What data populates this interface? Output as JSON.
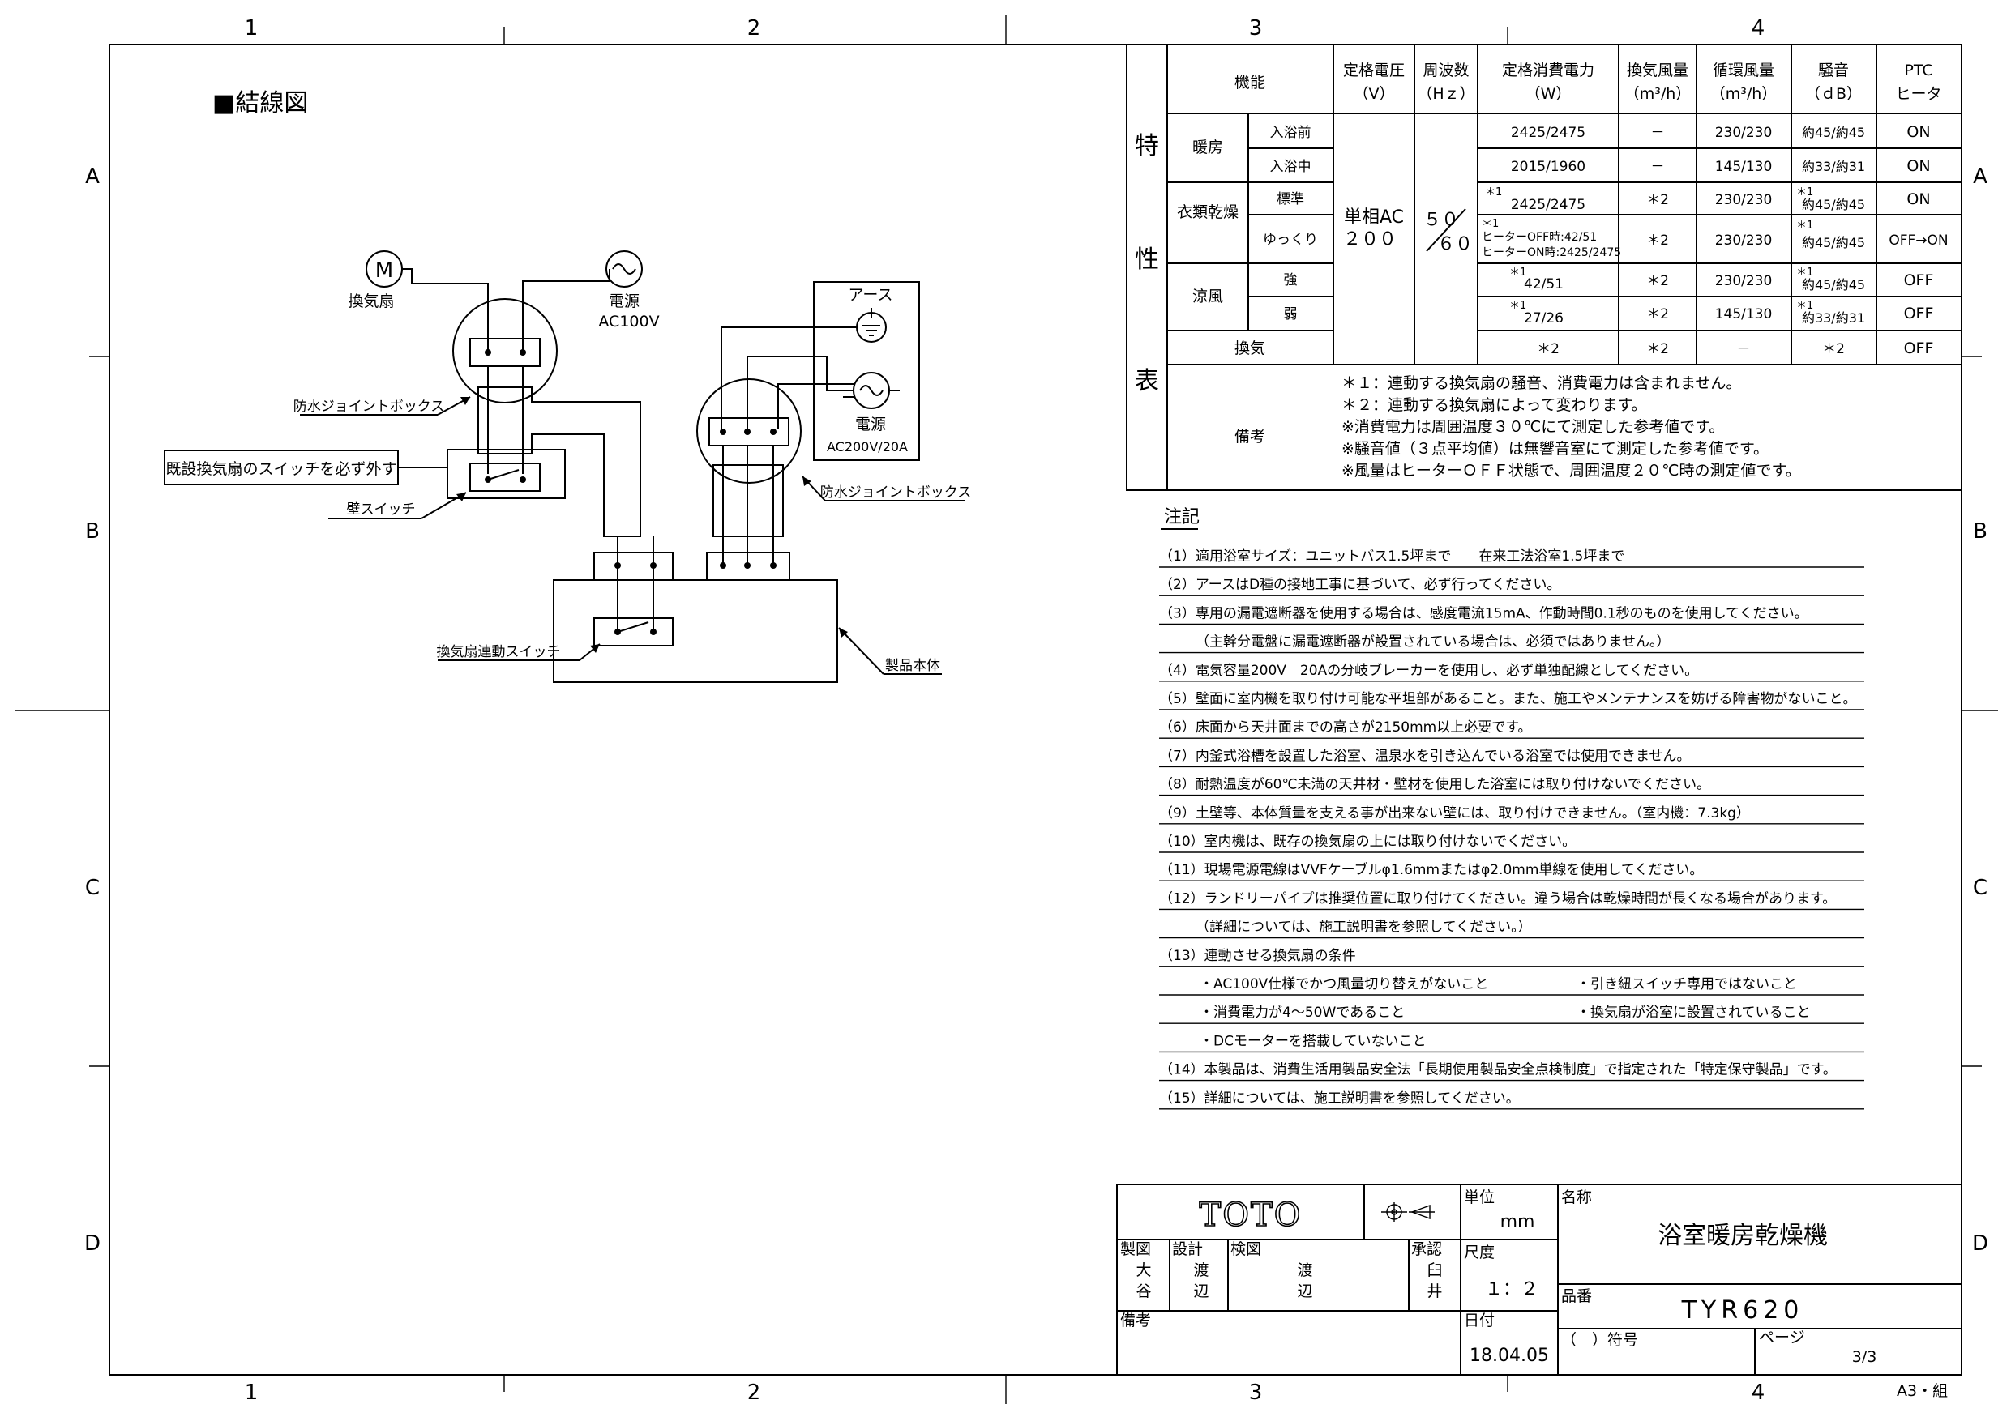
{
  "grid": {
    "cols": [
      "1",
      "2",
      "3",
      "4"
    ],
    "rows": [
      "A",
      "B",
      "C",
      "D"
    ]
  },
  "diagram": {
    "section_title": "■結線図",
    "motor_symbol": "M",
    "fan_label": "換気扇",
    "power1_label": "電源",
    "power1_spec": "AC100V",
    "jbox1_label": "防水ジョイントボックス",
    "remove_note": "既設換気扇のスイッチを必ず外す",
    "wall_switch_label": "壁スイッチ",
    "earth_label": "アース",
    "power2_label": "電源",
    "power2_spec": "AC200V/20A",
    "jbox2_label": "防水ジョイントボックス",
    "link_switch_label": "換気扇連動スイッチ",
    "body_label": "製品本体"
  },
  "spec": {
    "side": [
      "特",
      "性",
      "表"
    ],
    "headers": {
      "func": "機能",
      "volt": [
        "定格電圧",
        "（V）"
      ],
      "freq": [
        "周波数",
        "（Hｚ）"
      ],
      "power": [
        "定格消費電力",
        "（W）"
      ],
      "vent": [
        "換気風量",
        "（m³/h）"
      ],
      "circ": [
        "循環風量",
        "（m³/h）"
      ],
      "noise": [
        "騒音",
        "（ｄB）"
      ],
      "ptc": [
        "PTC",
        "ヒータ"
      ]
    },
    "merged": {
      "voltage": [
        "単相AC",
        "２００"
      ],
      "freq_top": "５０",
      "freq_bottom": "６０"
    },
    "groups": [
      "暖房",
      "衣類乾燥",
      "涼風"
    ],
    "rows": [
      {
        "mode": "入浴前",
        "star": "",
        "power": "2425/2475",
        "power2": "",
        "vent": "－",
        "circ": "230/230",
        "nstar": "",
        "noise": "約45/約45",
        "ptc": "ON"
      },
      {
        "mode": "入浴中",
        "star": "",
        "power": "2015/1960",
        "power2": "",
        "vent": "－",
        "circ": "145/130",
        "nstar": "",
        "noise": "約33/約31",
        "ptc": "ON"
      },
      {
        "mode": "標準",
        "star": "＊1",
        "power": "2425/2475",
        "power2": "",
        "vent": "＊2",
        "circ": "230/230",
        "nstar": "＊1",
        "noise": "約45/約45",
        "ptc": "ON"
      },
      {
        "mode": "ゆっくり",
        "star": "＊1",
        "power": "ヒーターOFF時:42/51",
        "power2": "ヒーターON時:2425/2475",
        "vent": "＊2",
        "circ": "230/230",
        "nstar": "＊1",
        "noise": "約45/約45",
        "ptc": "OFF→ON"
      },
      {
        "mode": "強",
        "star": "＊1",
        "power": "42/51",
        "power2": "",
        "vent": "＊2",
        "circ": "230/230",
        "nstar": "＊1",
        "noise": "約45/約45",
        "ptc": "OFF"
      },
      {
        "mode": "弱",
        "star": "＊1",
        "power": "27/26",
        "power2": "",
        "vent": "＊2",
        "circ": "145/130",
        "nstar": "＊1",
        "noise": "約33/約31",
        "ptc": "OFF"
      }
    ],
    "vent_row": {
      "mode": "換気",
      "power": "＊2",
      "vent": "＊2",
      "circ": "－",
      "noise": "＊2",
      "ptc": "OFF"
    },
    "remarks_label": "備考",
    "remarks": [
      "＊１：連動する換気扇の騒音、消費電力は含まれません。",
      "＊２：連動する換気扇によって変わります。",
      "※消費電力は周囲温度３０℃にて測定した参考値です。",
      "※騒音値（３点平均値）は無響音室にて測定した参考値です。",
      "※風量はヒーターＯＦＦ状態で、周囲温度２０℃時の測定値です。"
    ]
  },
  "notes": {
    "title": "注記",
    "items": [
      {
        "text": "（1）適用浴室サイズ：ユニットバス1.5坪まで　　在来工法浴室1.5坪まで",
        "indent": false
      },
      {
        "text": "（2）アースはD種の接地工事に基づいて、必ず行ってください。",
        "indent": false
      },
      {
        "text": "（3）専用の漏電遮断器を使用する場合は、感度電流15mA、作動時間0.1秒のものを使用してください。",
        "indent": false
      },
      {
        "text": "（主幹分電盤に漏電遮断器が設置されている場合は、必須ではありません。）",
        "indent": true
      },
      {
        "text": "（4）電気容量200V　20Aの分岐ブレーカーを使用し、必ず単独配線としてください。",
        "indent": false
      },
      {
        "text": "（5）壁面に室内機を取り付け可能な平坦部があること。また、施工やメンテナンスを妨げる障害物がないこと。",
        "indent": false
      },
      {
        "text": "（6）床面から天井面までの高さが2150mm以上必要です。",
        "indent": false
      },
      {
        "text": "（7）内釜式浴槽を設置した浴室、温泉水を引き込んでいる浴室では使用できません。",
        "indent": false
      },
      {
        "text": "（8）耐熱温度が60℃未満の天井材・壁材を使用した浴室には取り付けないでください。",
        "indent": false
      },
      {
        "text": "（9）土壁等、本体質量を支える事が出来ない壁には、取り付けできません。（室内機：7.3kg）",
        "indent": false
      },
      {
        "text": "（10）室内機は、既存の換気扇の上には取り付けないでください。",
        "indent": false
      },
      {
        "text": "（11）現場電源電線はVVFケーブルφ1.6mmまたはφ2.0mm単線を使用してください。",
        "indent": false
      },
      {
        "text": "（12）ランドリーパイプは推奨位置に取り付けてください。違う場合は乾燥時間が長くなる場合があります。",
        "indent": false
      },
      {
        "text": "（詳細については、施工説明書を参照してください。）",
        "indent": true
      },
      {
        "text": "（13）連動させる換気扇の条件",
        "indent": false
      },
      {
        "text": "・AC100V仕様でかつ風量切り替えがないこと",
        "indent": true,
        "right": "・引き紐スイッチ専用ではないこと"
      },
      {
        "text": "・消費電力が4～50Wであること",
        "indent": true,
        "right": "・換気扇が浴室に設置されていること"
      },
      {
        "text": "・DCモーターを搭載していないこと",
        "indent": true
      },
      {
        "text": "（14）本製品は、消費生活用製品安全法「長期使用製品安全点検制度」で指定された「特定保守製品」です。",
        "indent": false
      },
      {
        "text": "（15）詳細については、施工説明書を参照してください。",
        "indent": false
      }
    ]
  },
  "titleblock": {
    "logo": "TOTO",
    "unit_label": "単位",
    "unit_value": "mm",
    "name_label": "名称",
    "name_value": "浴室暖房乾燥機",
    "made_label": "製図",
    "made_names": [
      "大",
      "谷"
    ],
    "design_label": "設計",
    "design_names": [
      "渡",
      "辺"
    ],
    "check_label": "検図",
    "check_names": [
      "渡",
      "辺"
    ],
    "approve_label": "承認",
    "approve_names": [
      "臼",
      "井"
    ],
    "scale_label": "尺度",
    "scale_value": "１：２",
    "part_label": "品番",
    "part_value": "TYR620",
    "remarks_label": "備考",
    "date_label": "日付",
    "date_value": "18.04.05",
    "symbol_label": "（　）符号",
    "page_label": "ページ",
    "page_value": "3/3",
    "paper": "A3・組"
  }
}
